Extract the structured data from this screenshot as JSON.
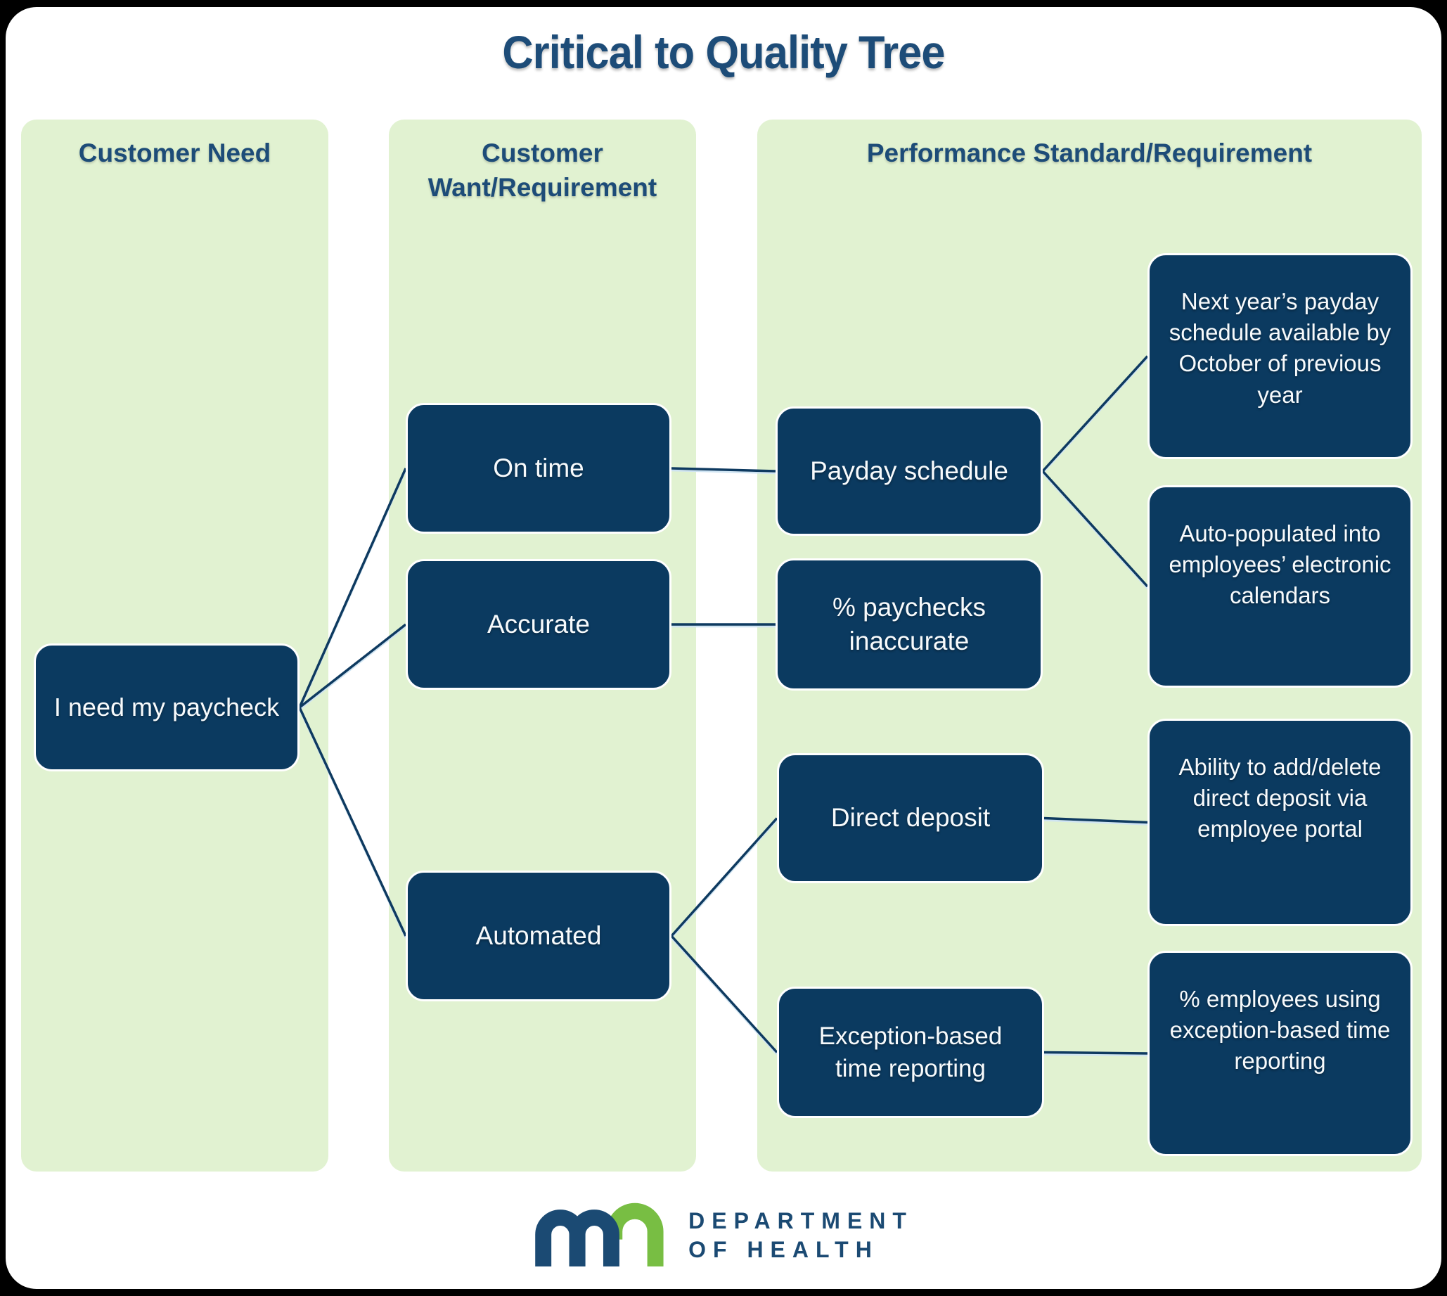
{
  "title": "Critical to Quality Tree",
  "columns": [
    {
      "id": "need",
      "header": "Customer Need"
    },
    {
      "id": "want",
      "header": "Customer Want/Requirement"
    },
    {
      "id": "performance",
      "header": "Performance Standard/Requirement"
    }
  ],
  "nodes": {
    "need": "I need my paycheck",
    "on_time": "On time",
    "accurate": "Accurate",
    "automated": "Automated",
    "payday_schedule": "Payday schedule",
    "paychecks_inaccurate": "% paychecks inaccurate",
    "direct_deposit": "Direct deposit",
    "exception_reporting": "Exception-based time reporting",
    "leaf_payday_next_year": "Next year’s payday schedule available by October of previous year",
    "leaf_auto_populated": "Auto-populated into employees’ electronic calendars",
    "leaf_portal": "Ability to add/delete direct deposit via employee portal",
    "leaf_pct_employees": "% employees using exception-based time reporting"
  },
  "edges": [
    {
      "from": "need",
      "to": "on_time"
    },
    {
      "from": "need",
      "to": "accurate"
    },
    {
      "from": "need",
      "to": "automated"
    },
    {
      "from": "on_time",
      "to": "payday_schedule"
    },
    {
      "from": "accurate",
      "to": "paychecks_inaccurate"
    },
    {
      "from": "payday_schedule",
      "to": "leaf_payday_next_year"
    },
    {
      "from": "payday_schedule",
      "to": "leaf_auto_populated"
    },
    {
      "from": "automated",
      "to": "direct_deposit"
    },
    {
      "from": "automated",
      "to": "exception_reporting"
    },
    {
      "from": "direct_deposit",
      "to": "leaf_portal"
    },
    {
      "from": "exception_reporting",
      "to": "leaf_pct_employees"
    }
  ],
  "logo": {
    "mark": "mn-monogram",
    "line1": "DEPARTMENT",
    "line2": "OF HEALTH"
  },
  "colors": {
    "background": "#000000",
    "page": "#ffffff",
    "panel_green": "#e1f2d1",
    "box_navy": "#0b3a60",
    "heading_navy": "#1d4c78",
    "connector_navy": "#0e3a60",
    "box_text": "#f7fafc",
    "logo_navy": "#1b4a73",
    "logo_green": "#78be43"
  }
}
